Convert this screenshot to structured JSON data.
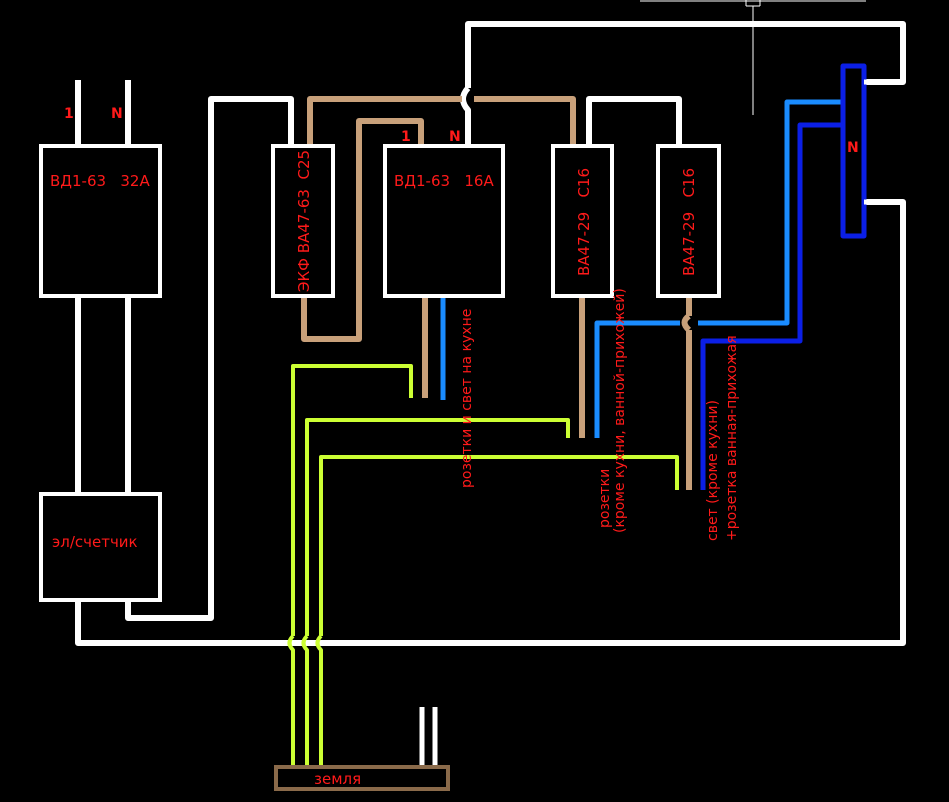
{
  "colors": {
    "background": "#000000",
    "wire_white": "#ffffff",
    "wire_phase": "#c8a07a",
    "wire_ground": "#ccff33",
    "wire_neutral_light": "#1a8cff",
    "wire_neutral_dark": "#0b1fe6",
    "label_red": "#ff1a1a",
    "ground_bus": "#8a6a4a"
  },
  "devices": {
    "main_rcd": {
      "label": "ВД1-63   32А",
      "term_phase": "1",
      "term_neutral": "N"
    },
    "meter": {
      "label": "эл/счетчик"
    },
    "breaker_25": {
      "label": "ЭКФ ВА47-63  С25"
    },
    "rcd_16": {
      "label": "ВД1-63   16А",
      "term_phase": "1",
      "term_neutral": "N"
    },
    "breaker_16_a": {
      "label": "ВА47-29   С16"
    },
    "breaker_16_b": {
      "label": "ВА47-29   С16"
    },
    "neutral_bus": {
      "label": "N"
    },
    "ground_bus": {
      "label": "земля"
    }
  },
  "circuits": {
    "kitchen": "розетки и свет на кухне",
    "sockets_line1": "розетки",
    "sockets_line2": "(кроме кухни, ванной-прихожей)",
    "light_line1": "свет (кроме кухни)",
    "light_line2": "+розетка ванная-прихожая"
  }
}
